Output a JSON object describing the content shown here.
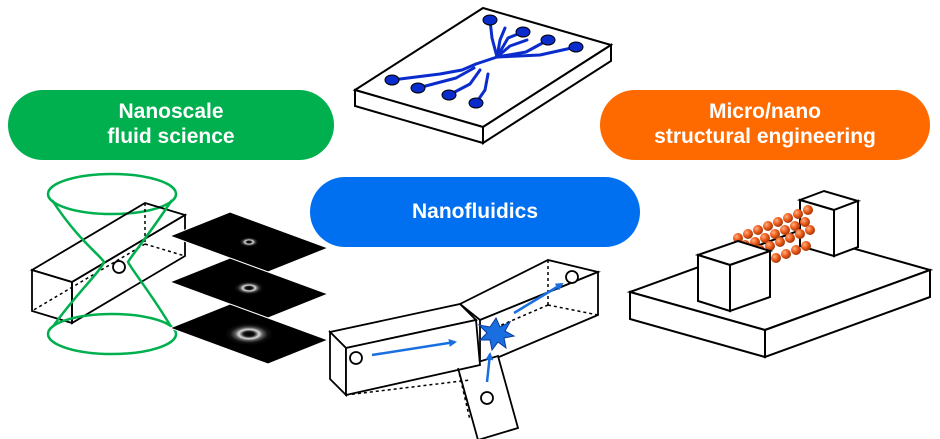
{
  "labels": {
    "nanoscale_fluid_science": {
      "line1": "Nanoscale",
      "line2": "fluid science"
    },
    "nanofluidics": "Nanofluidics",
    "micro_nano_structural_engineering": {
      "line1": "Micro/nano",
      "line2": "structural engineering"
    }
  },
  "colors": {
    "green": "#00b04f",
    "blue": "#0070f0",
    "orange": "#ff6a00",
    "chip_blue": "#0a2ccc",
    "arrow_blue": "#1a6fe0",
    "particle_orange": "#ee5a1a"
  },
  "icons": [
    "microfluidic-chip-icon",
    "optical-trap-channel-icon",
    "image-stack-icon",
    "branching-channel-icon",
    "nanostructure-block-icon"
  ]
}
